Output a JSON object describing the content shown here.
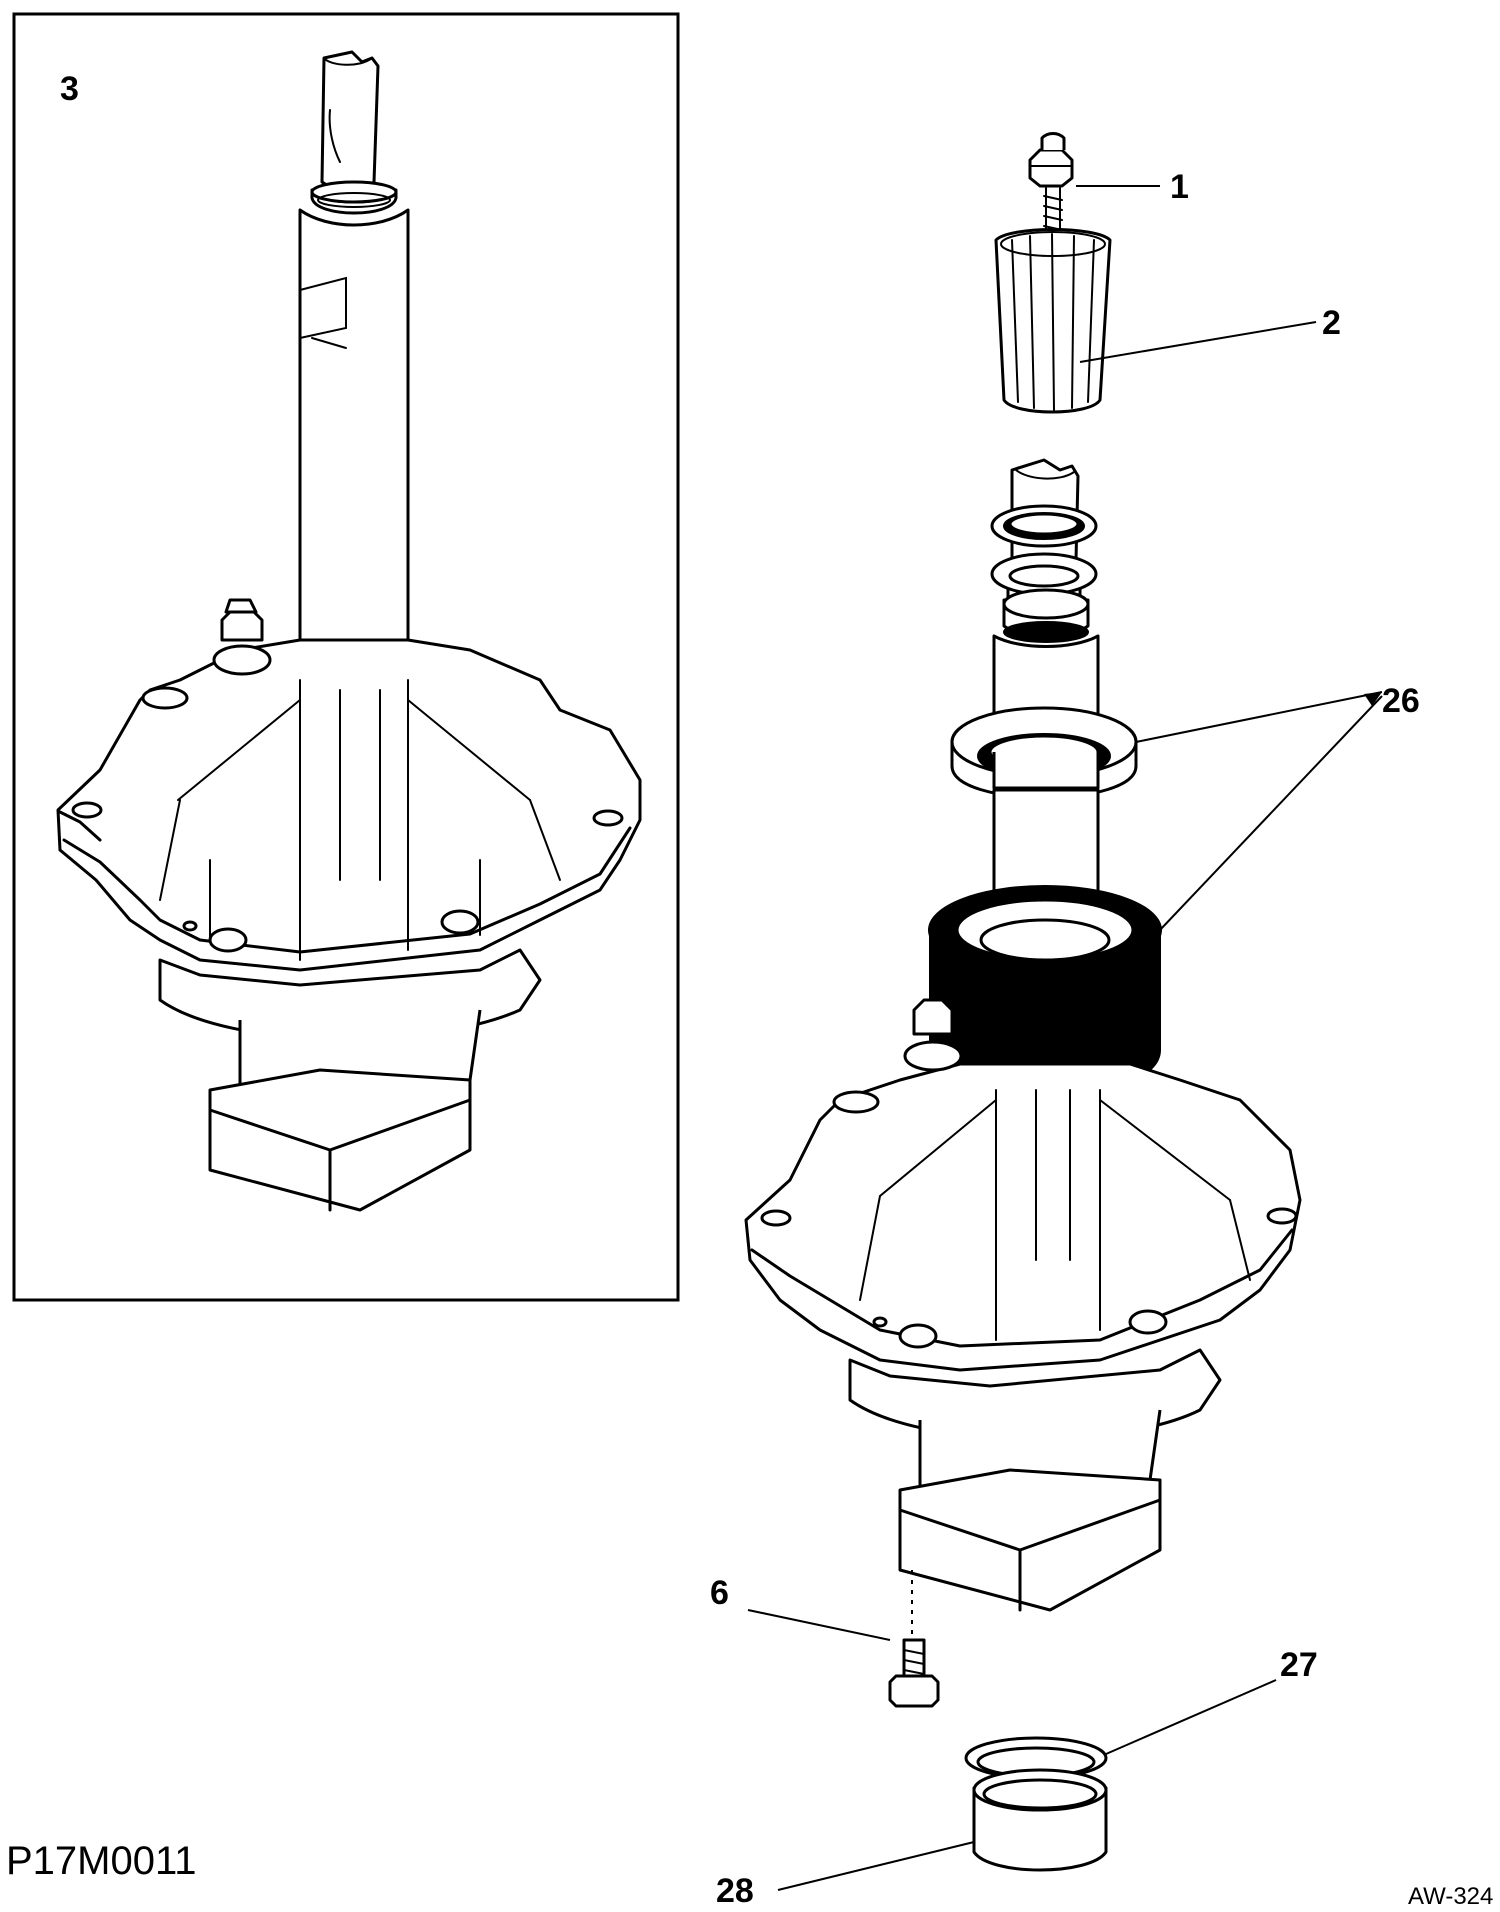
{
  "diagram": {
    "inset_label": "3",
    "figure_code": "P17M0011",
    "page_code": "AW-324",
    "callouts": [
      {
        "id": "1",
        "text": "1"
      },
      {
        "id": "2",
        "text": "2"
      },
      {
        "id": "26",
        "text": "26"
      },
      {
        "id": "6",
        "text": "6"
      },
      {
        "id": "27",
        "text": "27"
      },
      {
        "id": "28",
        "text": "28"
      }
    ]
  }
}
